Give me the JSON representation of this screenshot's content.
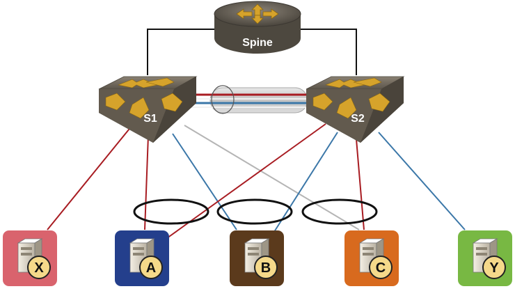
{
  "spine": {
    "label": "Spine"
  },
  "switches": [
    {
      "id": "s1",
      "label": "S1"
    },
    {
      "id": "s2",
      "label": "S2"
    }
  ],
  "servers": [
    {
      "id": "x",
      "label": "X",
      "color": "#d9636d"
    },
    {
      "id": "a",
      "label": "A",
      "color": "#243f8c"
    },
    {
      "id": "b",
      "label": "B",
      "color": "#5b3a1c"
    },
    {
      "id": "c",
      "label": "C",
      "color": "#d86a1e"
    },
    {
      "id": "y",
      "label": "Y",
      "color": "#78b843"
    }
  ],
  "colors": {
    "red_link": "#a81c22",
    "blue_link": "#3b77a8",
    "gray_link": "#b5b5b5",
    "spine_link": "#111111",
    "switch_body": "#6e6558",
    "arrow_gold": "#d6a32b",
    "badge_fill": "#f5d98a"
  }
}
